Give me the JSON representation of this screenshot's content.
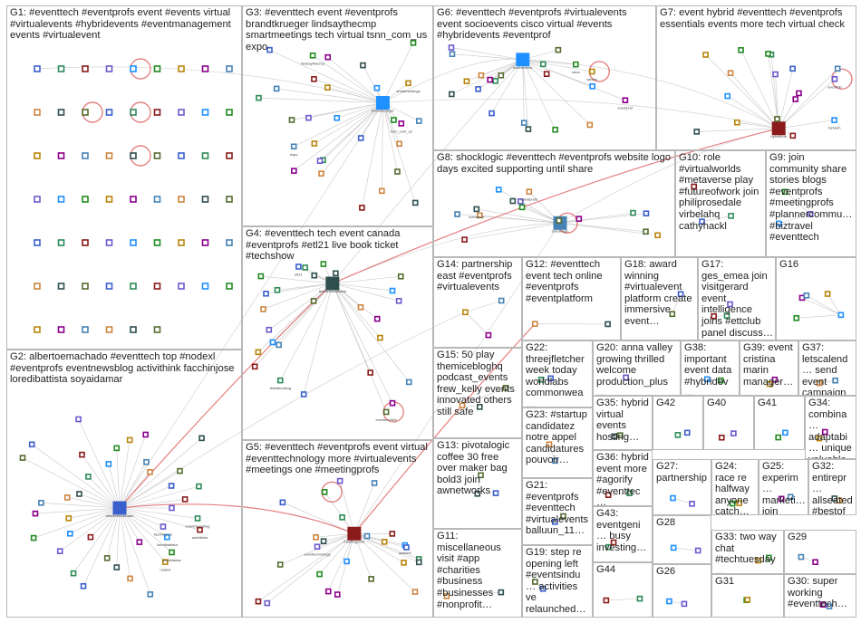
{
  "graph_title": "",
  "panels": [
    {
      "id": "G1",
      "text": "G1: #eventtech #eventprofs event #events virtual #virtualevents #hybridevents #eventmanagement events #virtualevent"
    },
    {
      "id": "G2",
      "text": "G2: albertoemachado #eventtech top #nodexl #eventprofs eventnewsblog activithink facchinjose loredibattista soyaidamar"
    },
    {
      "id": "G3",
      "text": "G3: #eventtech event #eventprofs brandtkrueger lindsaythecmp smartmeetings tech virtual tsnn_com_us expo"
    },
    {
      "id": "G4",
      "text": "G4: #eventtech tech event canada #eventprofs #etl21 live book ticket #techshow"
    },
    {
      "id": "G5",
      "text": "G5: #eventtech #eventprofs event virtual #eventtechnology more #virtualevents #meetings one #meetingprofs"
    },
    {
      "id": "G6",
      "text": "G6: #eventtech #eventprofs #virtualevents event socioevents cisco virtual #events #hybridevents #eventprof"
    },
    {
      "id": "G7",
      "text": "G7: event hybrid #eventtech #eventprofs essentials events more tech virtual check"
    },
    {
      "id": "G8",
      "text": "G8: shocklogic #eventtech #eventprofs website logo days excited supporting until share"
    },
    {
      "id": "G10",
      "text": "G10: role #virtualworlds #metaverse play #futureofwork join philiprosedale virbelahq cathyhackl"
    },
    {
      "id": "G9",
      "text": "G9: join community share stories blogs #eventprofs #meetingprofs #plannercommu… #biztravel #eventtech"
    },
    {
      "id": "G14",
      "text": "G14: partnership east #eventprofs #virtualevents"
    },
    {
      "id": "G12",
      "text": "G12: #eventtech event tech online #eventprofs #eventplatform"
    },
    {
      "id": "G18",
      "text": "G18: award winning #virtualevent platform create immersive event…"
    },
    {
      "id": "G17",
      "text": "G17: ges_emea join visitgerard event intelligence joins #ettclub panel discuss…"
    },
    {
      "id": "G16",
      "text": "G16"
    },
    {
      "id": "G15",
      "text": "G15: 50 play themiceblogh​q podcast_events frew_kelly events innovated others still safe"
    },
    {
      "id": "G22",
      "text": "G22: threejfletcher week today worldlabs commonwea…"
    },
    {
      "id": "G20",
      "text": "G20: anna valley growing thrilled welcome production_plus…"
    },
    {
      "id": "G38",
      "text": "G38: important event data #hybridev…"
    },
    {
      "id": "G39",
      "text": "G39: event cristina marin manager…"
    },
    {
      "id": "G37",
      "text": "G37: letscalend… send event campaign…"
    },
    {
      "id": "G35",
      "text": "G35: hybrid virtual events hosting…"
    },
    {
      "id": "G42",
      "text": "G42"
    },
    {
      "id": "G40",
      "text": "G40"
    },
    {
      "id": "G41",
      "text": "G41"
    },
    {
      "id": "G34",
      "text": "G34: combina… adaptabi… unique valuable…"
    },
    {
      "id": "G23",
      "text": "G23: #startup candidatez notre appel candidatures pouvoir…"
    },
    {
      "id": "G13",
      "text": "G13: pivotalogic coffee 30 free over maker bag bold3 join awnetworks"
    },
    {
      "id": "G36",
      "text": "G36: hybrid event more #agorify #eventtec…"
    },
    {
      "id": "G27",
      "text": "G27: partnership"
    },
    {
      "id": "G24",
      "text": "G24: race re halfway anyone catch…"
    },
    {
      "id": "G25",
      "text": "G25: experim… marketi… join summit…"
    },
    {
      "id": "G32",
      "text": "G32: entirepr… allseated #bestof… #eventp…"
    },
    {
      "id": "G21",
      "text": "G21: #eventprofs #eventtech #virtualevents balluun_11…"
    },
    {
      "id": "G43",
      "text": "G43: eventgeni… busy investing…"
    },
    {
      "id": "G28",
      "text": "G28"
    },
    {
      "id": "G33",
      "text": "G33: two way chat #techtuesday…"
    },
    {
      "id": "G29",
      "text": "G29"
    },
    {
      "id": "G11",
      "text": "G11: miscellaneous visit #app #charities #business #businesses #nonprofit…"
    },
    {
      "id": "G19",
      "text": "G19: step re opening left #eventsindu… activities ve relaunched…"
    },
    {
      "id": "G44",
      "text": "G44"
    },
    {
      "id": "G26",
      "text": "G26"
    },
    {
      "id": "G31",
      "text": "G31"
    },
    {
      "id": "G30",
      "text": "G30: super working #eventtech…"
    }
  ],
  "node_labels": {
    "G2": [
      "albertoemachado",
      "eventnewsblog",
      "activithink",
      "facchinjose",
      "loredibattista",
      "soyaidamar",
      "nodexl"
    ],
    "G3": [
      "brandtkrueger",
      "lindsaythecmp",
      "smartmeetings",
      "tsnn_com_us",
      "expo"
    ],
    "G4": [
      "techshowcanada",
      "eventtechlive",
      "etl21",
      "ticketbooking"
    ],
    "G5": [
      "meetingprofs",
      "eventtechnology",
      "qwadrix"
    ],
    "G6": [
      "socioevents",
      "cisco",
      "webex",
      "eventprof"
    ],
    "G7": [
      "hybridhub",
      "eventmb",
      "bizbash"
    ],
    "G8": [
      "shocklogic",
      "eventprofs",
      "eventtech"
    ]
  },
  "colors": {
    "edge": "#c8c8c8",
    "edge_strong": "#e06060",
    "edge_arrow": "#d03030",
    "panel_border": "#b8b8b8",
    "node_palette": [
      "#3a5fcd",
      "#2e8b57",
      "#8b1a1a",
      "#6a5acd",
      "#1e90ff",
      "#228b22",
      "#b8860b",
      "#8b008b",
      "#4682b4",
      "#cd853f",
      "#2f4f4f",
      "#556b2f"
    ]
  }
}
